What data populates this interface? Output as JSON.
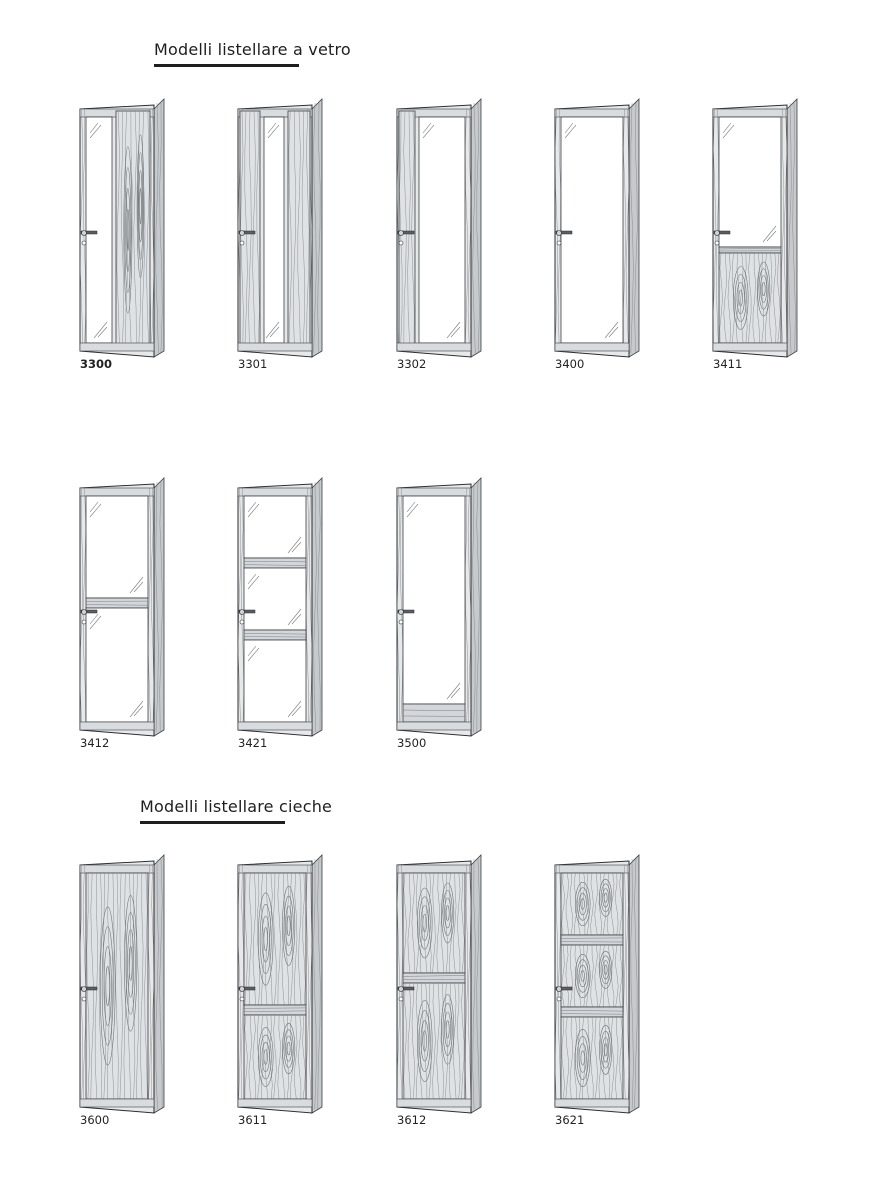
{
  "sections": [
    {
      "title": "Modelli listellare a vetro",
      "models": [
        {
          "code": "3300",
          "type": "glass-side-panel"
        },
        {
          "code": "3301",
          "type": "glass-center-strip"
        },
        {
          "code": "3302",
          "type": "glass-left-stile"
        },
        {
          "code": "3400",
          "type": "glass-full"
        },
        {
          "code": "3411",
          "type": "glass-top-wood-bottom"
        },
        {
          "code": "3412",
          "type": "glass-one-rail"
        },
        {
          "code": "3421",
          "type": "glass-two-rails"
        },
        {
          "code": "3500",
          "type": "glass-full-wide-bottom"
        }
      ]
    },
    {
      "title": "Modelli listellare cieche",
      "models": [
        {
          "code": "3600",
          "type": "blind-full"
        },
        {
          "code": "3611",
          "type": "blind-one-rail-low"
        },
        {
          "code": "3612",
          "type": "blind-one-rail-mid"
        },
        {
          "code": "3621",
          "type": "blind-two-rails"
        }
      ]
    }
  ]
}
